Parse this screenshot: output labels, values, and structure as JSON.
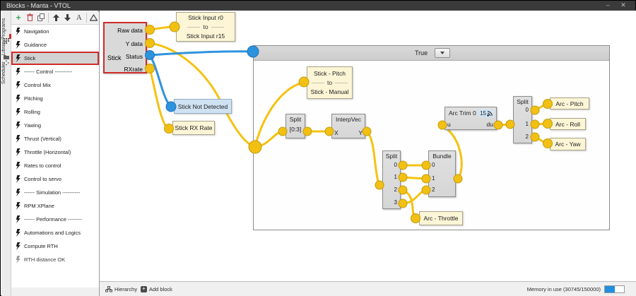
{
  "window": {
    "title": "Blocks - Manta - VTOL",
    "minimize": "–",
    "close": "✕"
  },
  "side_tabs": {
    "programs": "Programs",
    "library": "Library",
    "scheduler": "Scheduler"
  },
  "toolbar": {
    "add": "+",
    "font_label": "A",
    "degree": "°"
  },
  "sidebar": {
    "items": [
      {
        "label": "Navigation"
      },
      {
        "label": "Guidance"
      },
      {
        "label": "Stick"
      },
      {
        "label": "------ Control ----------"
      },
      {
        "label": "Control Mix"
      },
      {
        "label": "Pitching"
      },
      {
        "label": "Rolling"
      },
      {
        "label": "Yawing"
      },
      {
        "label": "Thrust (Vertical)"
      },
      {
        "label": "Throttle (Horizontal)"
      },
      {
        "label": "Rates to control"
      },
      {
        "label": "Control to servo"
      },
      {
        "label": "------ Simulation ----------"
      },
      {
        "label": "RPM XPlane"
      },
      {
        "label": "------ Performance --------"
      },
      {
        "label": "Automations and Logics"
      },
      {
        "label": "Compute RTH"
      },
      {
        "label": "RTH distance OK"
      }
    ]
  },
  "graph": {
    "stick": {
      "title": "Stick",
      "ports": {
        "p0": "Raw data",
        "p1": "Y data",
        "p2": "Status",
        "p3": "RXrate"
      }
    },
    "stick_input": {
      "line1": "Stick Input r0",
      "line2": "to",
      "line3": "Stick Input r15"
    },
    "stick_not_detected": {
      "label": "Stick Not Detected"
    },
    "stick_rx_rate": {
      "label": "Stick RX Rate"
    },
    "condition": {
      "value": "True"
    },
    "stick_pitch": {
      "line1": "Stick - Pitch",
      "line2": "to",
      "line3": "Stick - Manual"
    },
    "split_range": {
      "title": "Split",
      "range": "[0:3]"
    },
    "interpvec": {
      "title": "InterpVec",
      "input": "X",
      "output": "Y"
    },
    "split4": {
      "title": "Split",
      "out0": "0",
      "out1": "1",
      "out2": "2",
      "out3": "3"
    },
    "bundle": {
      "title": "Bundle",
      "in0": "0",
      "in1": "1",
      "in2": "2"
    },
    "arc_trim": {
      "title": "Arc Trim 0",
      "badge": "15",
      "input": "u",
      "output": "du"
    },
    "split3": {
      "title": "Split",
      "out0": "0",
      "out1": "1",
      "out2": "2"
    },
    "arc_pitch": {
      "label": "Arc - Pitch"
    },
    "arc_roll": {
      "label": "Arc - Roll"
    },
    "arc_yaw": {
      "label": "Arc - Yaw"
    },
    "arc_throttle": {
      "label": "Arc - Throttle"
    }
  },
  "statusbar": {
    "hierarchy": "Hierarchy",
    "add_block": "Add block",
    "memory": "Memory in use (30745/150000)"
  },
  "colors": {
    "wire_yellow": "#f5c211",
    "wire_blue": "#2e93de",
    "accent_red": "#d02a2a",
    "memory_fill": "#1f8fde"
  }
}
